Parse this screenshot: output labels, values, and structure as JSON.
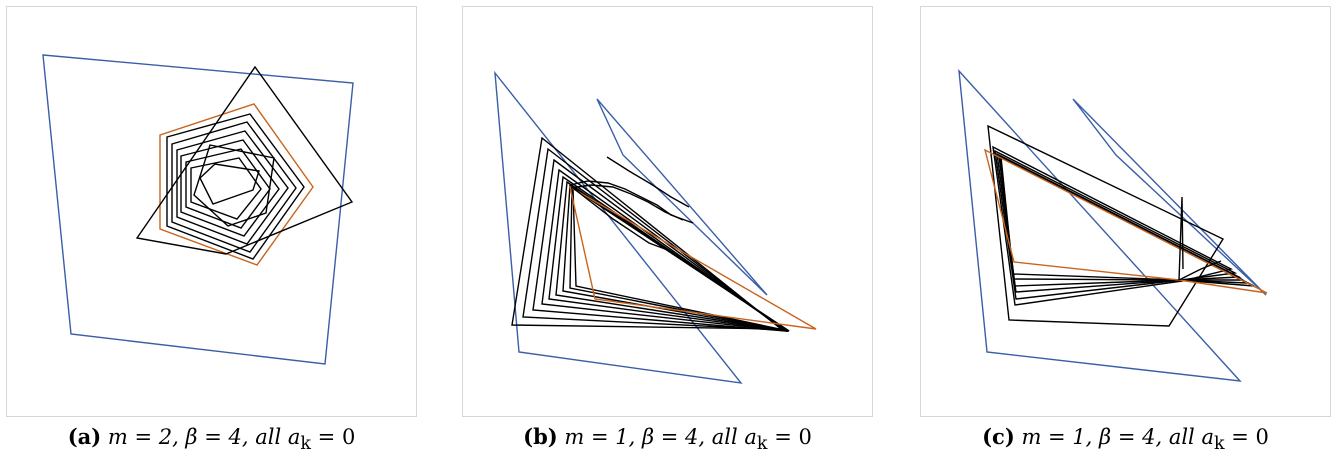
{
  "captions": [
    {
      "tag": "(a)",
      "text": "m = 2,  β = 4, all a",
      "sub": "k",
      "tail": " = 0"
    },
    {
      "tag": "(b)",
      "text": "m = 1,  β = 4, all a",
      "sub": "k",
      "tail": " = 0"
    },
    {
      "tag": "(c)",
      "text": "m = 1,  β = 4, all a",
      "sub": "k",
      "tail": " = 0"
    }
  ],
  "colors": {
    "outer_polygon": "#3a5ea8",
    "highlight_polygon": "#c8641e",
    "iterate_polygon": "#000000"
  }
}
